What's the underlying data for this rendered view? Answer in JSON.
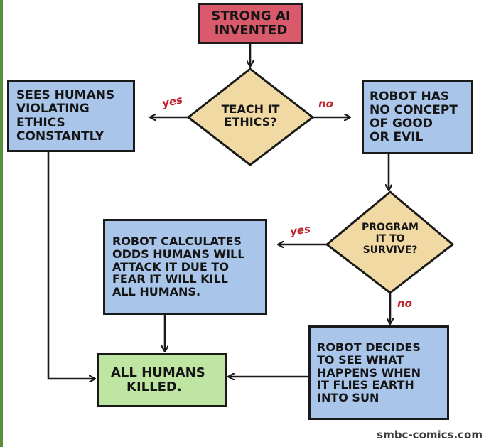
{
  "nodes": {
    "start": {
      "lines": [
        "STRONG AI",
        "INVENTED"
      ]
    },
    "decision_ethics": {
      "lines": [
        "TEACH IT",
        "ETHICS?"
      ]
    },
    "sees_humans": {
      "lines": [
        "SEES HUMANS",
        "VIOLATING",
        "ETHICS",
        "CONSTANTLY"
      ]
    },
    "no_concept": {
      "lines": [
        "ROBOT HAS",
        "NO CONCEPT",
        "OF GOOD",
        "OR EVIL"
      ]
    },
    "decision_survive": {
      "lines": [
        "PROGRAM",
        "IT TO",
        "SURVIVE?"
      ]
    },
    "calculates": {
      "lines": [
        "ROBOT CALCULATES",
        "ODDS HUMANS WILL",
        "ATTACK IT DUE TO",
        "FEAR IT WILL KILL",
        "ALL HUMANS."
      ]
    },
    "flies_earth": {
      "lines": [
        "ROBOT DECIDES",
        "TO SEE WHAT",
        "HAPPENS WHEN",
        "IT FLIES EARTH",
        "INTO SUN"
      ]
    },
    "end": {
      "lines": [
        "ALL HUMANS",
        "KILLED."
      ]
    }
  },
  "edge_labels": {
    "ethics_yes": "yes",
    "ethics_no": "no",
    "survive_yes": "yes",
    "survive_no": "no"
  },
  "colors": {
    "start": "#d95a6b",
    "process": "#a9c6ea",
    "decision": "#f0d9a3",
    "end": "#bfe5a2",
    "label": "#c0262d"
  },
  "credit": "smbc-comics.com"
}
